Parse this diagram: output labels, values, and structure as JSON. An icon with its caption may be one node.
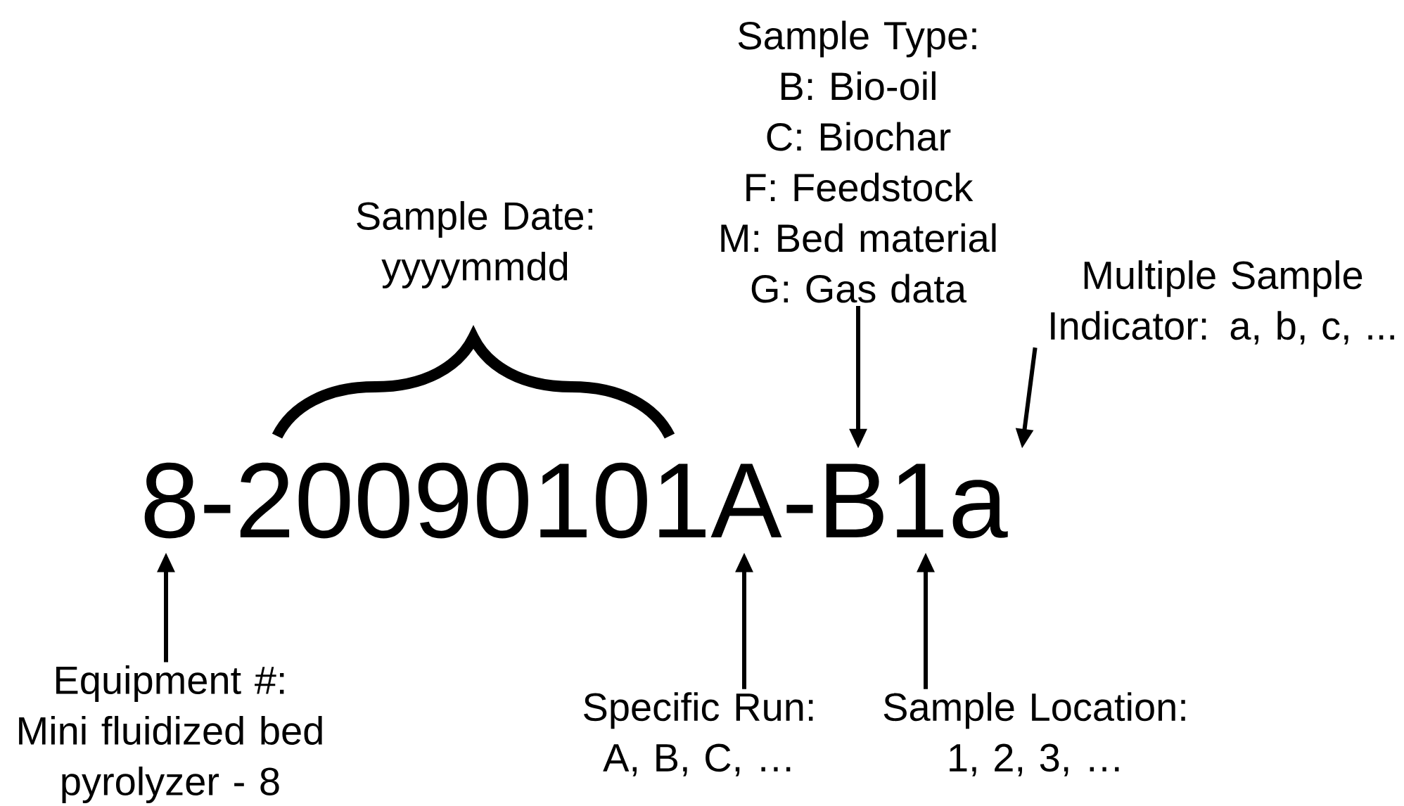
{
  "diagram": {
    "nodes": [
      {
        "text": [
          "Sample Type:",
          "B: Bio-oil",
          "C: Biochar",
          "F: Feedstock",
          "M: Bed material",
          "G: Gas data"
        ]
      },
      {
        "text": [
          "Sample Date:",
          "yyyymmdd"
        ]
      },
      {
        "text": [
          "Multiple Sample Indicator: a, b, c, ..."
        ]
      },
      {
        "text": [
          "Equipment #:",
          "Mini fluidized bed pyrolyzer - 8"
        ]
      },
      {
        "text": [
          "Specific Run:",
          "A, B, C, …"
        ]
      },
      {
        "text": [
          "Sample Location:",
          "1, 2, 3, …"
        ]
      },
      {
        "text": [
          "8-20090101A-B1a"
        ]
      }
    ],
    "edges": [
      {
        "from": 0,
        "to": 6,
        "arrow": "to"
      },
      {
        "from": 2,
        "to": 6,
        "arrow": "to"
      },
      {
        "from": 3,
        "to": 6,
        "arrow": "to"
      },
      {
        "from": 4,
        "to": 6,
        "arrow": "to"
      },
      {
        "from": 5,
        "to": 6,
        "arrow": "to"
      }
    ]
  }
}
